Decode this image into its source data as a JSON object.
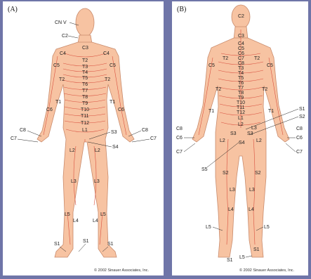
{
  "panels": [
    {
      "title": "(A)",
      "copyright": "© 2002 Sinauer Associates, Inc.",
      "labels": {
        "cnv": "CN V",
        "c2": "C2",
        "c3": "C3",
        "c4l": "C4",
        "c4r": "C4",
        "c5l": "C5",
        "c5r": "C5",
        "t2": "T2",
        "t3": "T3",
        "t4": "T4",
        "t5": "T5",
        "t6": "T6",
        "t7": "T7",
        "t8": "T8",
        "t9": "T9",
        "t10": "T10",
        "t11": "T11",
        "t12": "T12",
        "t1l": "T1",
        "t1r": "T1",
        "t2l": "T2",
        "t2r": "T2",
        "c6l": "C6",
        "c6r": "C6",
        "c8l": "C8",
        "c8r": "C8",
        "c7l": "C7",
        "c7r": "C7",
        "l1": "L1",
        "s3": "S3",
        "s4": "S4",
        "l2l": "L2",
        "l2r": "L2",
        "l3l": "L3",
        "l3r": "L3",
        "l5l": "L5",
        "l5r": "L5",
        "l4l": "L4",
        "l4r": "L4",
        "s1l": "S1",
        "s1m": "S1",
        "s1r": "S1"
      }
    },
    {
      "title": "(B)",
      "copyright": "© 2002 Sinauer Associates, Inc.",
      "labels": {
        "c2": "C2",
        "c3": "C3",
        "c4": "C4",
        "c5": "C5",
        "c6": "C6",
        "c7": "C7",
        "c8": "C8",
        "t2l": "T2",
        "t2r": "T2",
        "t3": "T3",
        "t4": "T4",
        "t5": "T5",
        "t6": "T6",
        "t7": "T7",
        "t8": "T8",
        "t9": "T9",
        "t10": "T10",
        "t11": "T11",
        "t12": "T12",
        "c5l": "C5",
        "c5r": "C5",
        "t2lo": "T2",
        "t2ro": "T2",
        "t1l": "T1",
        "t1r": "T1",
        "l1": "L1",
        "l2": "L2",
        "s1": "S1",
        "s2": "S2",
        "s3l": "S3",
        "s3r": "S3",
        "l3": "L3",
        "s4": "S4",
        "l2l": "L2",
        "l2r": "L2",
        "s5": "S5",
        "c8l": "C8",
        "c6l": "C6",
        "c7l": "C7",
        "c8r": "C8",
        "c6r": "C6",
        "c7r": "C7",
        "s2l": "S2",
        "s2r": "S2",
        "l3l": "L3",
        "l3r": "L3",
        "l4l": "L4",
        "l4r": "L4",
        "l5l": "L5",
        "l5r": "L5",
        "s1f": "S1",
        "l5f": "L5",
        "s1ff": "S1"
      }
    }
  ],
  "colors": {
    "background": "#6f75a8",
    "panel": "#ffffff",
    "skin": "#f7c3a2",
    "dermatome_line": "#d9503f"
  }
}
